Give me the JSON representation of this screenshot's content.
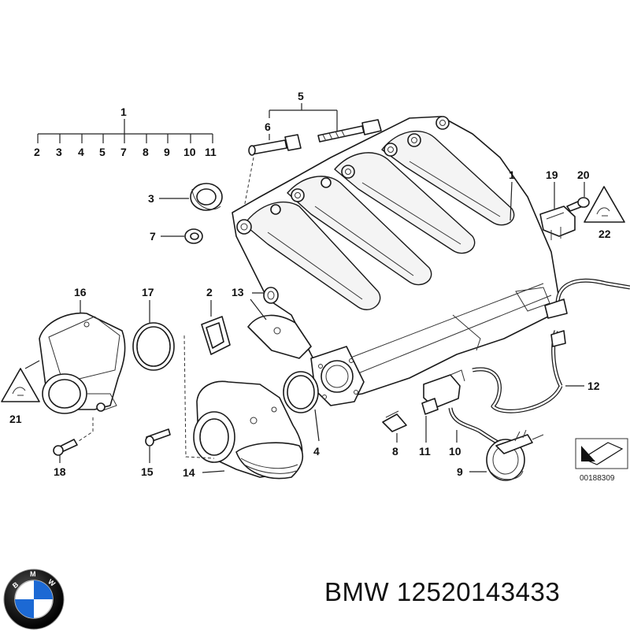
{
  "labels": {
    "l1_top": "1",
    "l2_top": "2",
    "l3_top": "3",
    "l4_top": "4",
    "l5_top": "5",
    "l7_top": "7",
    "l8_top": "8",
    "l9_top": "9",
    "l10_top": "10",
    "l11_top": "11",
    "l1": "1",
    "l2": "2",
    "l3": "3",
    "l4": "4",
    "l5": "5",
    "l6": "6",
    "l7": "7",
    "l8": "8",
    "l9": "9",
    "l10": "10",
    "l11": "11",
    "l12": "12",
    "l13": "13",
    "l14": "14",
    "l15": "15",
    "l16": "16",
    "l17": "17",
    "l18": "18",
    "l19": "19",
    "l20": "20",
    "l21": "21",
    "l22": "22"
  },
  "reference_code": "00188309",
  "caption": "BMW 12520143433",
  "logo": {
    "brand": "bmw-logo",
    "text": "BMW"
  },
  "colors": {
    "line": "#1a1a1a",
    "logo_blue": "#1c69d4",
    "logo_ring": "#111111"
  }
}
